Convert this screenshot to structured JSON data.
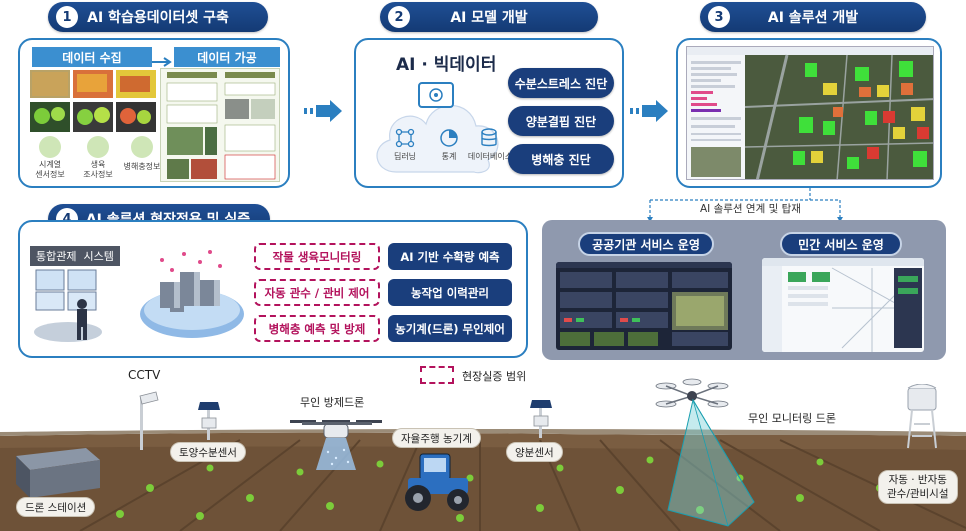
{
  "steps": [
    {
      "num": "1",
      "title": "AI 학습용데이터셋 구축"
    },
    {
      "num": "2",
      "title": "AI 모델 개발"
    },
    {
      "num": "3",
      "title": "AI 솔루션 개발"
    },
    {
      "num": "4",
      "title": "AI 솔루션 현장적용 및 실증"
    }
  ],
  "dataset": {
    "collect_label": "데이터 수집",
    "process_label": "데이터 가공",
    "sources": [
      {
        "label": "시계열\n센서정보"
      },
      {
        "label": "생육\n조사정보"
      },
      {
        "label": "병해충정보"
      }
    ]
  },
  "model": {
    "heading": "AI · 빅데이터",
    "icons": [
      {
        "label": "딥러닝",
        "icon": "deep-learning-icon"
      },
      {
        "label": "통계",
        "icon": "pie-chart-icon"
      },
      {
        "label": "데이터베이스",
        "icon": "database-icon"
      }
    ],
    "diagnoses": [
      "수분스트레스 진단",
      "양분결핍 진단",
      "병해충 진단"
    ]
  },
  "solution_link_label": "AI 솔루션 연계 및 탑재",
  "field": {
    "system_label": "통합관제  시스템",
    "features": [
      {
        "label": "작물 생육모니터링",
        "style": "field"
      },
      {
        "label": "AI 기반 수확량 예측",
        "style": "plain"
      },
      {
        "label": "자동 관수 / 관비 제어",
        "style": "field"
      },
      {
        "label": "농작업 이력관리",
        "style": "plain"
      },
      {
        "label": "병해충 예측 및 방제",
        "style": "field"
      },
      {
        "label": "농기계(드론) 무인제어",
        "style": "plain"
      }
    ],
    "legend": "현장실증 범위"
  },
  "services": {
    "public": "공공기관 서비스 운영",
    "private": "민간 서비스 운영"
  },
  "scene": {
    "cctv": "CCTV",
    "soil_sensor": "토양수분센서",
    "spray_drone": "무인 방제드론",
    "tractor": "자율주행 농기계",
    "nutrient_sensor": "양분센서",
    "monitor_drone": "무인 모니터링 드론",
    "drone_station": "드론 스테이션",
    "irrigation": "자동 · 반자동\n관수/관비시설"
  },
  "colors": {
    "accent": "#143a74",
    "border": "#2b7fc0",
    "field_dashed": "#b3125c",
    "soil": "#6e5238"
  }
}
